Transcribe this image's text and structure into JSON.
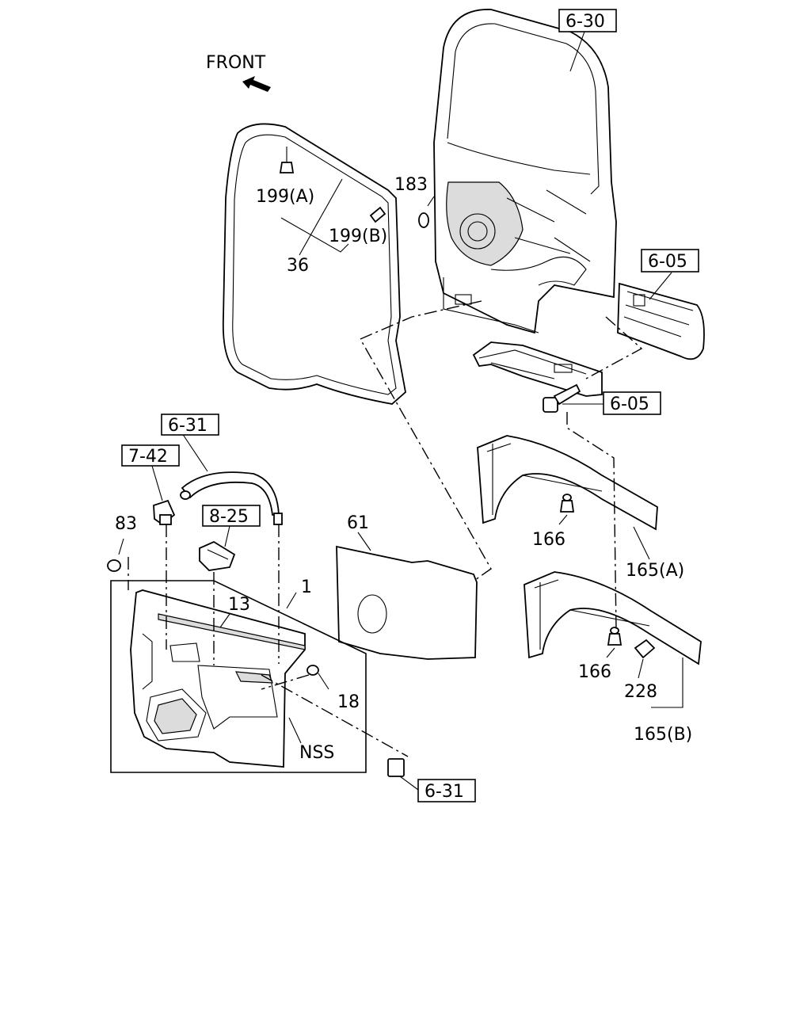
{
  "direction_label": "FRONT",
  "ref_boxes": {
    "door_frame": "6-30",
    "cab_side_upper": "6-05",
    "cab_side_lower": "6-05",
    "assist_grip": "6-31",
    "lamp": "7-42",
    "switch": "8-25",
    "handle_cap": "6-31"
  },
  "part_labels": {
    "clip_a": "199(A)",
    "clip_b": "199(B)",
    "weatherstrip": "36",
    "plug": "183",
    "screw_83": "83",
    "trim_panel": "1",
    "garnish": "13",
    "sealing_cover": "61",
    "screw_18": "18",
    "nss": "NSS",
    "bolt_166_a": "166",
    "bolt_166_b": "166",
    "mudguard_a": "165(A)",
    "mudguard_b": "165(B)",
    "clip_228": "228"
  },
  "colors": {
    "line": "#000000",
    "background": "#ffffff"
  }
}
